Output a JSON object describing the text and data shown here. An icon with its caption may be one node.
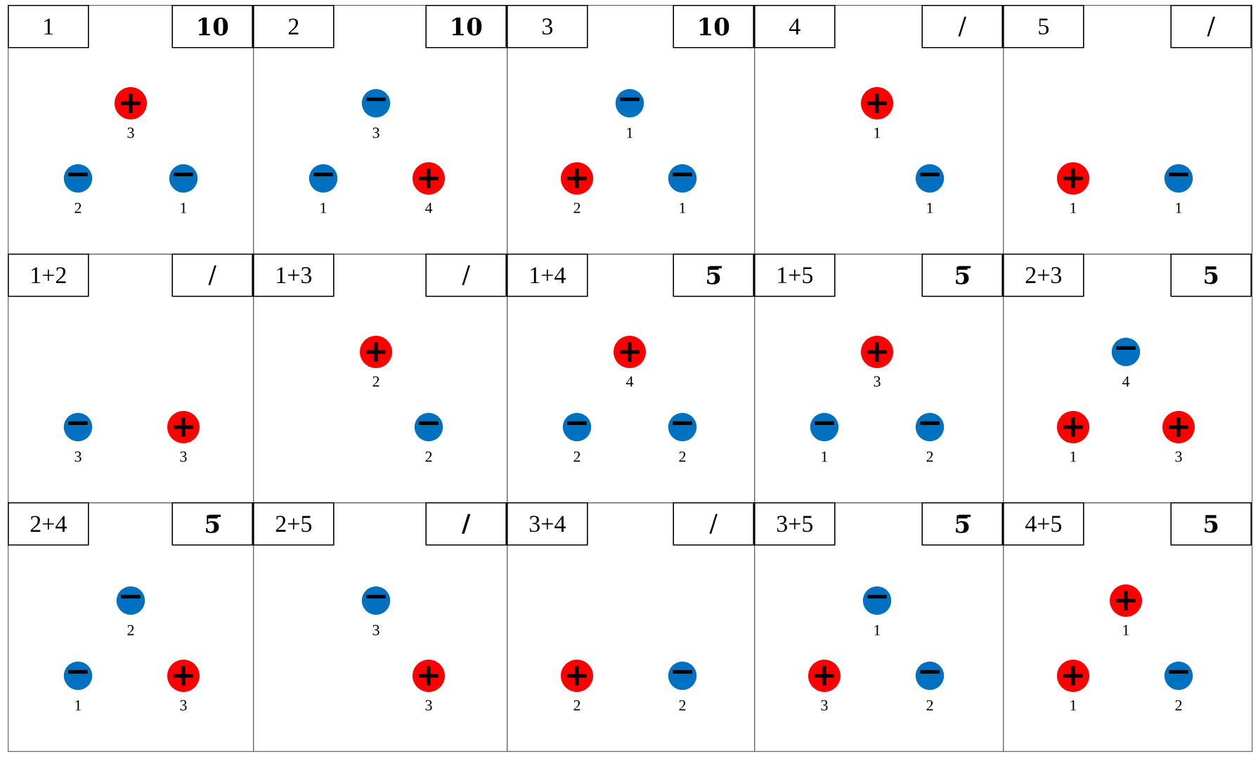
{
  "diagram": {
    "nodes": [
      {
        "text": [],
        "shape": "box"
      },
      {
        "text": [
          "1"
        ],
        "in": 0
      },
      {
        "text": [
          "10"
        ],
        "in": 0
      },
      {
        "text": [
          "+"
        ],
        "in": 0,
        "beside": [
          "3"
        ]
      },
      {
        "text": [
          "−"
        ],
        "in": 0,
        "beside": [
          "2"
        ]
      },
      {
        "text": [
          "−"
        ],
        "in": 0,
        "beside": [
          "1"
        ]
      },
      {
        "text": [],
        "shape": "box"
      },
      {
        "text": [
          "2"
        ],
        "in": 6
      },
      {
        "text": [
          "10"
        ],
        "in": 6
      },
      {
        "text": [
          "−"
        ],
        "in": 6,
        "beside": [
          "3"
        ]
      },
      {
        "text": [
          "−"
        ],
        "in": 6,
        "beside": [
          "1"
        ]
      },
      {
        "text": [
          "+"
        ],
        "in": 6,
        "beside": [
          "4"
        ]
      },
      {
        "text": [],
        "shape": "box"
      },
      {
        "text": [
          "3"
        ],
        "in": 12
      },
      {
        "text": [
          "10"
        ],
        "in": 12
      },
      {
        "text": [
          "−"
        ],
        "in": 12,
        "beside": [
          "1"
        ]
      },
      {
        "text": [
          "+"
        ],
        "in": 12,
        "beside": [
          "2"
        ]
      },
      {
        "text": [
          "−"
        ],
        "in": 12,
        "beside": [
          "1"
        ]
      },
      {
        "text": [],
        "shape": "box"
      },
      {
        "text": [
          "4"
        ],
        "in": 18
      },
      {
        "text": [
          "/"
        ],
        "in": 18
      },
      {
        "text": [
          "+"
        ],
        "in": 18,
        "beside": [
          "1"
        ]
      },
      {
        "text": [
          "−"
        ],
        "in": 18,
        "beside": [
          "1"
        ]
      },
      {
        "text": [],
        "shape": "box"
      },
      {
        "text": [
          "5"
        ],
        "in": 23
      },
      {
        "text": [
          "/"
        ],
        "in": 23
      },
      {
        "text": [
          "+"
        ],
        "in": 23,
        "beside": [
          "1"
        ]
      },
      {
        "text": [
          "−"
        ],
        "in": 23,
        "beside": [
          "1"
        ]
      },
      {
        "text": [],
        "shape": "box"
      },
      {
        "text": [
          "1+2"
        ],
        "in": 28
      },
      {
        "text": [
          "/"
        ],
        "in": 28
      },
      {
        "text": [
          "−"
        ],
        "in": 28,
        "beside": [
          "3"
        ]
      },
      {
        "text": [
          "+"
        ],
        "in": 28,
        "beside": [
          "3"
        ]
      },
      {
        "text": [],
        "shape": "box"
      },
      {
        "text": [
          "1+3"
        ],
        "in": 33
      },
      {
        "text": [
          "/"
        ],
        "in": 33
      },
      {
        "text": [
          "+"
        ],
        "in": 33,
        "beside": [
          "2"
        ]
      },
      {
        "text": [
          "−"
        ],
        "in": 33,
        "beside": [
          "2"
        ]
      },
      {
        "text": [],
        "shape": "box"
      },
      {
        "text": [
          "1+4"
        ],
        "in": 38
      },
      {
        "text": [
          "5̅"
        ],
        "in": 38
      },
      {
        "text": [
          "+"
        ],
        "in": 38,
        "beside": [
          "4"
        ]
      },
      {
        "text": [
          "−"
        ],
        "in": 38,
        "beside": [
          "2"
        ]
      },
      {
        "text": [
          "−"
        ],
        "in": 38,
        "beside": [
          "2"
        ]
      },
      {
        "text": [],
        "shape": "box"
      },
      {
        "text": [
          "1+5"
        ],
        "in": 44
      },
      {
        "text": [
          "5̅"
        ],
        "in": 44
      },
      {
        "text": [
          "+"
        ],
        "in": 44,
        "beside": [
          "3"
        ]
      },
      {
        "text": [
          "−"
        ],
        "in": 44,
        "beside": [
          "1"
        ]
      },
      {
        "text": [
          "−"
        ],
        "in": 44,
        "beside": [
          "2"
        ]
      },
      {
        "text": [],
        "shape": "box"
      },
      {
        "text": [
          "2+3"
        ],
        "in": 50
      },
      {
        "text": [
          "5"
        ],
        "in": 50
      },
      {
        "text": [
          "−"
        ],
        "in": 50,
        "beside": [
          "4"
        ]
      },
      {
        "text": [
          "+"
        ],
        "in": 50,
        "beside": [
          "1"
        ]
      },
      {
        "text": [
          "+"
        ],
        "in": 50,
        "beside": [
          "3"
        ]
      },
      {
        "text": [],
        "shape": "box"
      },
      {
        "text": [
          "2+4"
        ],
        "in": 56
      },
      {
        "text": [
          "5̅"
        ],
        "in": 56
      },
      {
        "text": [
          "−"
        ],
        "in": 56,
        "beside": [
          "2"
        ]
      },
      {
        "text": [
          "−"
        ],
        "in": 56,
        "beside": [
          "1"
        ]
      },
      {
        "text": [
          "+"
        ],
        "in": 56,
        "beside": [
          "3"
        ]
      },
      {
        "text": [],
        "shape": "box"
      },
      {
        "text": [
          "2+5"
        ],
        "in": 62
      },
      {
        "text": [
          "/"
        ],
        "in": 62
      },
      {
        "text": [
          "−"
        ],
        "in": 62,
        "beside": [
          "3"
        ]
      },
      {
        "text": [
          "+"
        ],
        "in": 62,
        "beside": [
          "3"
        ]
      },
      {
        "text": [],
        "shape": "box"
      },
      {
        "text": [
          "3+4"
        ],
        "in": 67
      },
      {
        "text": [
          "/"
        ],
        "in": 67
      },
      {
        "text": [
          "+"
        ],
        "in": 67,
        "beside": [
          "2"
        ]
      },
      {
        "text": [
          "−"
        ],
        "in": 67,
        "beside": [
          "2"
        ]
      },
      {
        "text": [],
        "shape": "box"
      },
      {
        "text": [
          "3+5"
        ],
        "in": 72
      },
      {
        "text": [
          "5̅"
        ],
        "in": 72
      },
      {
        "text": [
          "−"
        ],
        "in": 72,
        "beside": [
          "1"
        ]
      },
      {
        "text": [
          "+"
        ],
        "in": 72,
        "beside": [
          "3"
        ]
      },
      {
        "text": [
          "−"
        ],
        "in": 72,
        "beside": [
          "2"
        ]
      },
      {
        "text": [],
        "shape": "box"
      },
      {
        "text": [
          "4+5"
        ],
        "in": 78
      },
      {
        "text": [
          "5"
        ],
        "in": 78
      },
      {
        "text": [
          "+"
        ],
        "in": 78,
        "beside": [
          "1"
        ]
      },
      {
        "text": [
          "+"
        ],
        "in": 78,
        "beside": [
          "1"
        ]
      },
      {
        "text": [
          "−"
        ],
        "in": 78,
        "beside": [
          "2"
        ]
      }
    ]
  }
}
